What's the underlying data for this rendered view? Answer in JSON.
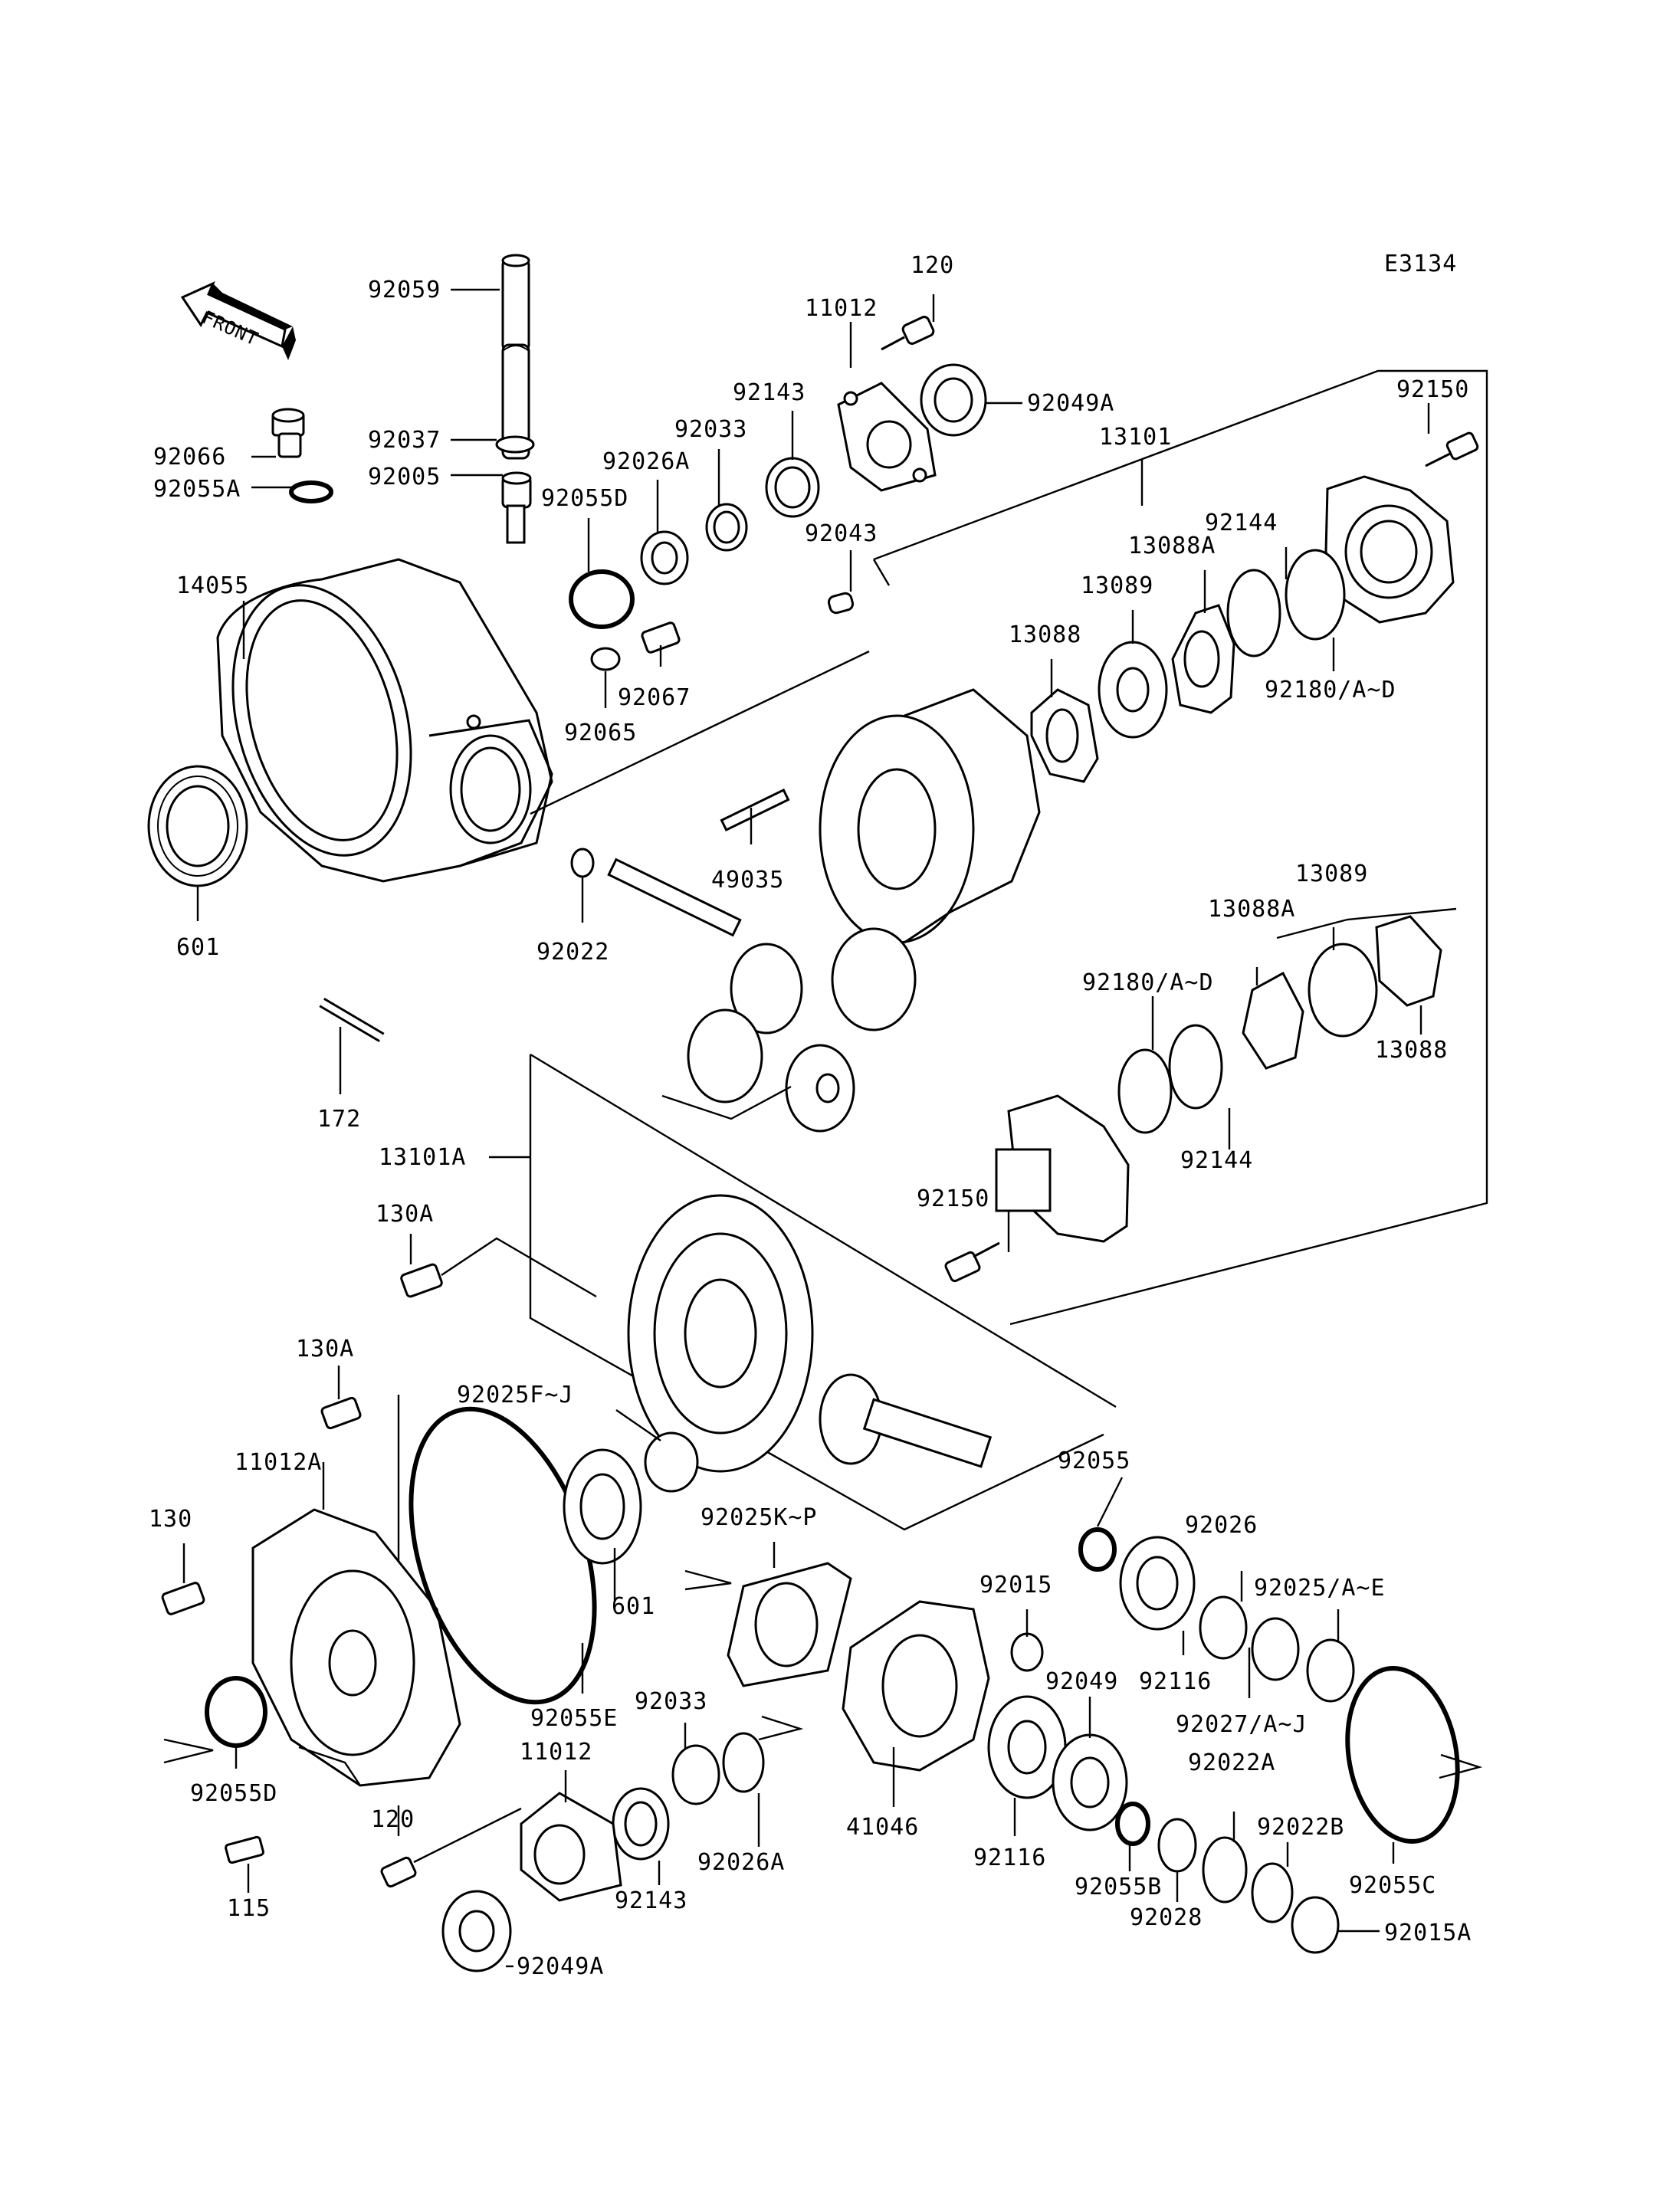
{
  "diagram": {
    "code": "E3134",
    "front_label": "FRONT"
  },
  "labels": [
    {
      "id": "l-92059",
      "text": "92059"
    },
    {
      "id": "l-92066",
      "text": "92066"
    },
    {
      "id": "l-92055A",
      "text": "92055A"
    },
    {
      "id": "l-92037",
      "text": "92037"
    },
    {
      "id": "l-92005",
      "text": "92005"
    },
    {
      "id": "l-92026A-top",
      "text": "92026A"
    },
    {
      "id": "l-92033-top",
      "text": "92033"
    },
    {
      "id": "l-92143-top",
      "text": "92143"
    },
    {
      "id": "l-11012-top",
      "text": "11012"
    },
    {
      "id": "l-120-top",
      "text": "120"
    },
    {
      "id": "l-92049A-top",
      "text": "92049A"
    },
    {
      "id": "l-13101",
      "text": "13101"
    },
    {
      "id": "l-92150-top",
      "text": "92150"
    },
    {
      "id": "l-92055D-top",
      "text": "92055D"
    },
    {
      "id": "l-14055",
      "text": "14055"
    },
    {
      "id": "l-92043",
      "text": "92043"
    },
    {
      "id": "l-92144-top",
      "text": "92144"
    },
    {
      "id": "l-13088A-top",
      "text": "13088A"
    },
    {
      "id": "l-13089-top",
      "text": "13089"
    },
    {
      "id": "l-13088-top",
      "text": "13088"
    },
    {
      "id": "l-92067",
      "text": "92067"
    },
    {
      "id": "l-92065",
      "text": "92065"
    },
    {
      "id": "l-92180-top",
      "text": "92180/A~D"
    },
    {
      "id": "l-49035",
      "text": "49035"
    },
    {
      "id": "l-601-top",
      "text": "601"
    },
    {
      "id": "l-92022",
      "text": "92022"
    },
    {
      "id": "l-13089-mid",
      "text": "13089"
    },
    {
      "id": "l-13088A-mid",
      "text": "13088A"
    },
    {
      "id": "l-92180-mid",
      "text": "92180/A~D"
    },
    {
      "id": "l-13088-mid",
      "text": "13088"
    },
    {
      "id": "l-172",
      "text": "172"
    },
    {
      "id": "l-13101A",
      "text": "13101A"
    },
    {
      "id": "l-92144-mid",
      "text": "92144"
    },
    {
      "id": "l-130A-1",
      "text": "130A"
    },
    {
      "id": "l-92150-mid",
      "text": "92150"
    },
    {
      "id": "l-130A-2",
      "text": "130A"
    },
    {
      "id": "l-92025FJ",
      "text": "92025F~J"
    },
    {
      "id": "l-11012A",
      "text": "11012A"
    },
    {
      "id": "l-92055",
      "text": "92055"
    },
    {
      "id": "l-130",
      "text": "130"
    },
    {
      "id": "l-92025KP",
      "text": "92025K~P"
    },
    {
      "id": "l-92026",
      "text": "92026"
    },
    {
      "id": "l-601-bot",
      "text": "601"
    },
    {
      "id": "l-92015",
      "text": "92015"
    },
    {
      "id": "l-92025AE",
      "text": "92025/A~E"
    },
    {
      "id": "l-92116-a",
      "text": "92116"
    },
    {
      "id": "l-92049",
      "text": "92049"
    },
    {
      "id": "l-92055E",
      "text": "92055E"
    },
    {
      "id": "l-92033-bot",
      "text": "92033"
    },
    {
      "id": "l-92027",
      "text": "92027/A~J"
    },
    {
      "id": "l-11012-bot",
      "text": "11012"
    },
    {
      "id": "l-92022A",
      "text": "92022A"
    },
    {
      "id": "l-92055D-bot",
      "text": "92055D"
    },
    {
      "id": "l-120-bot",
      "text": "120"
    },
    {
      "id": "l-41046",
      "text": "41046"
    },
    {
      "id": "l-92116-b",
      "text": "92116"
    },
    {
      "id": "l-92022B",
      "text": "92022B"
    },
    {
      "id": "l-92055C",
      "text": "92055C"
    },
    {
      "id": "l-92026A-bot",
      "text": "92026A"
    },
    {
      "id": "l-92055B",
      "text": "92055B"
    },
    {
      "id": "l-92015A",
      "text": "92015A"
    },
    {
      "id": "l-92143-bot",
      "text": "92143"
    },
    {
      "id": "l-92028",
      "text": "92028"
    },
    {
      "id": "l-115",
      "text": "115"
    },
    {
      "id": "l-92049A-bot",
      "text": "92049A"
    }
  ]
}
